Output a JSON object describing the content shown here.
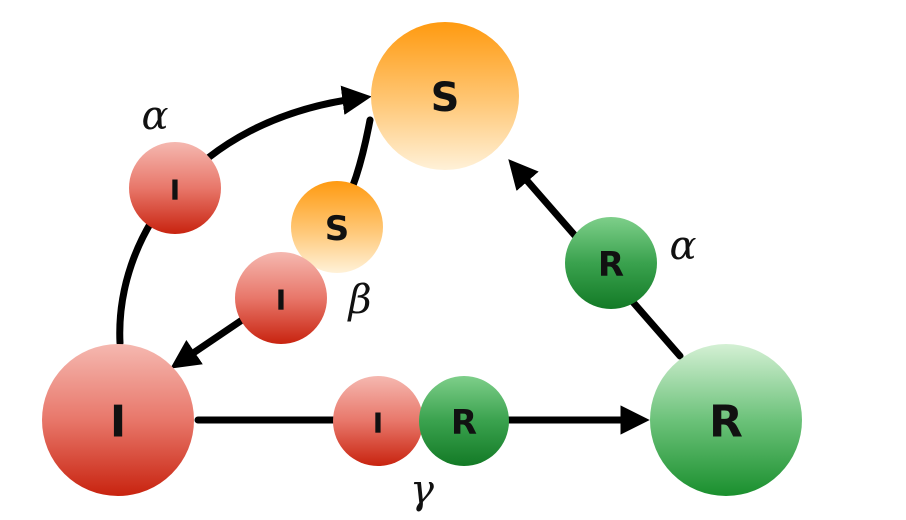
{
  "nodes": {
    "S": {
      "label": "S"
    },
    "I": {
      "label": "I"
    },
    "R": {
      "label": "R"
    },
    "small_i_alpha": {
      "label": "I"
    },
    "small_s_beta": {
      "label": "S"
    },
    "small_i_beta": {
      "label": "I"
    },
    "small_r_alpha": {
      "label": "R"
    },
    "small_i_gamma": {
      "label": "I"
    },
    "small_r_gamma": {
      "label": "R"
    }
  },
  "rates": {
    "alpha_left": "α",
    "beta": "β",
    "gamma": "γ",
    "alpha_right": "α"
  },
  "colors": {
    "susceptible_top": "#ff9a10",
    "susceptible_bottom": "#fff1d8",
    "infected_top": "#f3a8a0",
    "infected_bottom": "#c8230f",
    "recovered_top": "#c9ecc9",
    "recovered_bottom": "#1a8f2e",
    "edge": "#000000"
  }
}
